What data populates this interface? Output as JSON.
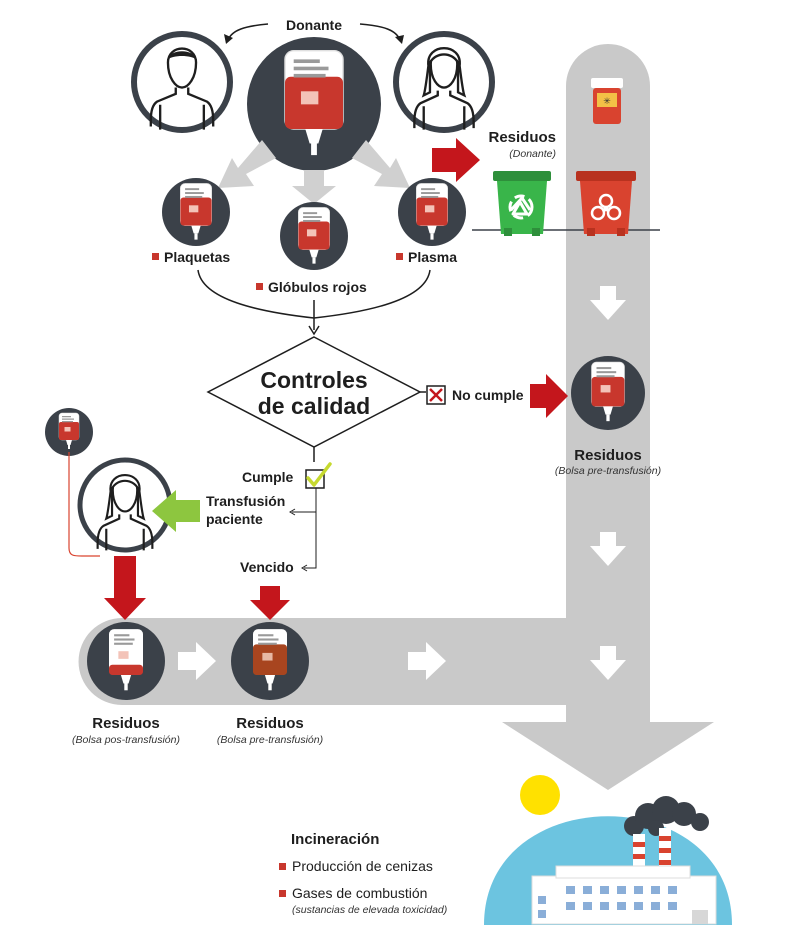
{
  "colors": {
    "blood": "#c8372d",
    "blood_dark": "#8b2a1c",
    "expired_blood": "#a8451f",
    "charcoal": "#3b4149",
    "pipe_gray": "#c9c9c9",
    "arrow_gray": "#d0d0d0",
    "arrow_red": "#c4161c",
    "arrow_green": "#8dc63f",
    "bin_green": "#39b54a",
    "bin_red": "#d9432f",
    "sky": "#6cc4e0",
    "sun": "#ffe100"
  },
  "icons": [
    "person-outline-icon",
    "blood-bag-icon",
    "recycle-bin-icon",
    "biohazard-bin-icon",
    "sharps-container-icon",
    "factory-icon",
    "sun-icon",
    "check-icon",
    "cross-box-icon"
  ],
  "labels": {
    "donor": "Donante",
    "platelets": "Plaquetas",
    "red_cells": "Glóbulos rojos",
    "plasma": "Plasma",
    "quality_line1": "Controles",
    "quality_line2": "de calidad",
    "fails": "No cumple",
    "passes": "Cumple",
    "transfusion_line1": "Transfusión",
    "transfusion_line2": "paciente",
    "expired": "Vencido"
  },
  "waste": {
    "donor": {
      "title": "Residuos",
      "subtitle": "(Donante)"
    },
    "pre_right": {
      "title": "Residuos",
      "subtitle": "(Bolsa pre-transfusión)"
    },
    "post": {
      "title": "Residuos",
      "subtitle": "(Bolsa pos-transfusión)"
    },
    "pre_bottom": {
      "title": "Residuos",
      "subtitle": "(Bolsa pre-transfusión)"
    }
  },
  "incineration": {
    "title": "Incineración",
    "items": [
      {
        "text": "Producción de cenizas",
        "note": ""
      },
      {
        "text": "Gases de combustión",
        "note": "(sustancias de elevada toxicidad)"
      }
    ]
  }
}
